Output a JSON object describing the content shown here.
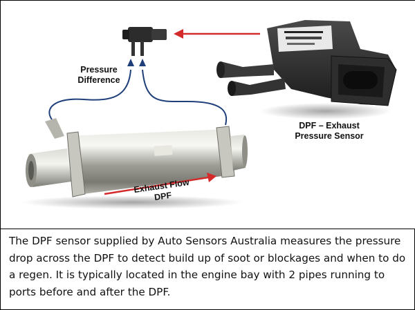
{
  "figure": {
    "labels": {
      "pressure_line1": "Pressure",
      "pressure_line2": "Difference",
      "sensor_line1": "DPF – Exhaust",
      "sensor_line2": "Pressure Sensor",
      "flow_line1": "Exhaust Flow",
      "flow_line2": "DPF"
    },
    "colors": {
      "arrow_red": "#d42a2a",
      "pipe_blue": "#1f3f7a",
      "sensor_body": "#2b2b2b",
      "canister_metal": "#b9b9b2"
    }
  },
  "caption": {
    "text": "The DPF sensor supplied by Auto Sensors Australia  measures the pressure drop across the DPF to detect build up of soot or blockages and when to do a regen. It is typically located in the engine bay with 2 pipes running to ports before and after the DPF."
  }
}
